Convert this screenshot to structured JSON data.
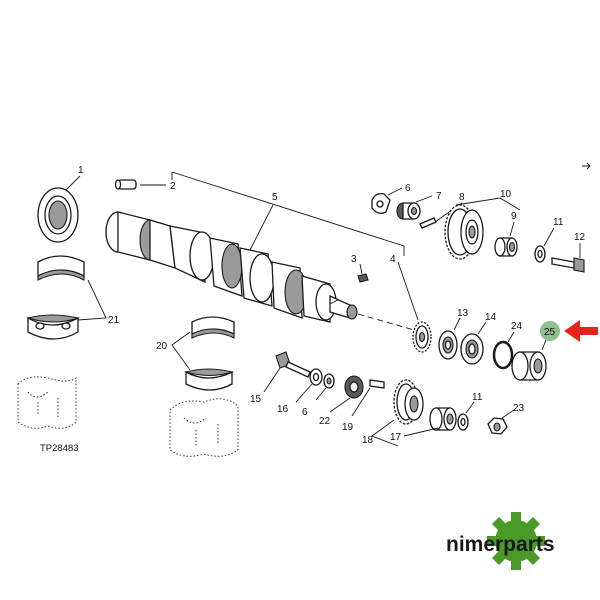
{
  "callouts": {
    "c1": "1",
    "c2": "2",
    "c3": "3",
    "c4": "4",
    "c5": "5",
    "c6a": "6",
    "c6b": "6",
    "c7": "7",
    "c8": "8",
    "c9": "9",
    "c10": "10",
    "c11a": "11",
    "c11b": "11",
    "c12": "12",
    "c13": "13",
    "c14": "14",
    "c15": "15",
    "c16": "16",
    "c17": "17",
    "c18": "18",
    "c19": "19",
    "c20": "20",
    "c21": "21",
    "c22": "22",
    "c23": "23",
    "c24": "24",
    "c25": "25"
  },
  "figure_code": "TP28483",
  "highlight": {
    "part": "25",
    "color": "#8fbf8f",
    "arrow_color": "#e8231e"
  },
  "brand": {
    "name": "nimerparts",
    "gear_color": "#4a9a2a"
  }
}
